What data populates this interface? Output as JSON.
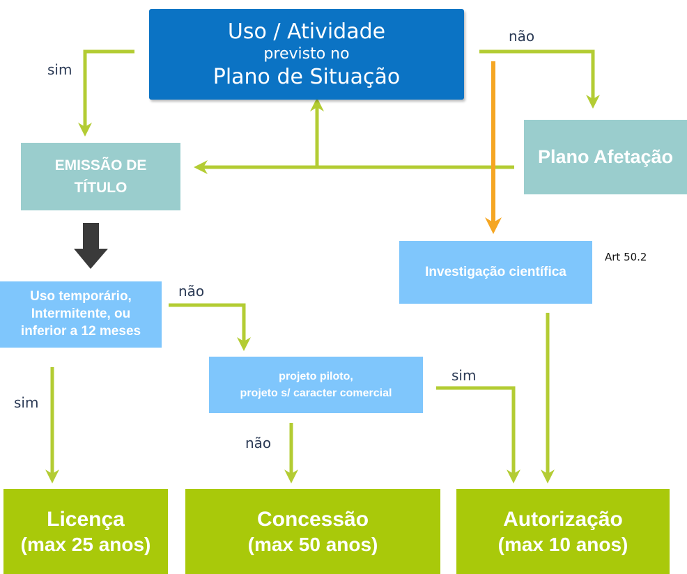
{
  "top_box": {
    "line1": "Uso / Atividade",
    "line2": "previsto no",
    "line3": "Plano de Situação"
  },
  "emissao": {
    "line1": "EMISSÃO DE",
    "line2": "TÍTULO"
  },
  "plano_afetacao": "Plano Afetação",
  "investigacao": "Investigação científica",
  "art_ref": "Art 50.2",
  "uso_temporario": {
    "line1": "Uso temporário,",
    "line2": "Intermitente, ou",
    "line3": "inferior a 12 meses"
  },
  "projeto": {
    "line1": "projeto piloto,",
    "line2": "projeto s/ caracter comercial"
  },
  "licenca": {
    "title": "Licença",
    "sub": "(max 25 anos)"
  },
  "concessao": {
    "title": "Concessão",
    "sub": "(max 50 anos)"
  },
  "autorizacao": {
    "title": "Autorização",
    "sub": "(max 10 anos)"
  },
  "labels": {
    "sim_top": "sim",
    "nao_top": "não",
    "nao_uso": "não",
    "sim_uso": "sim",
    "nao_projeto": "não",
    "sim_projeto": "sim"
  },
  "colors": {
    "primary_blue": "#0b73c4",
    "teal": "#9acdcd",
    "light_blue": "#7fc6fc",
    "green": "#a9c90a",
    "arrow_green": "#b3cc33",
    "arrow_orange": "#f5a623",
    "arrow_dark": "#3a3a3a"
  }
}
